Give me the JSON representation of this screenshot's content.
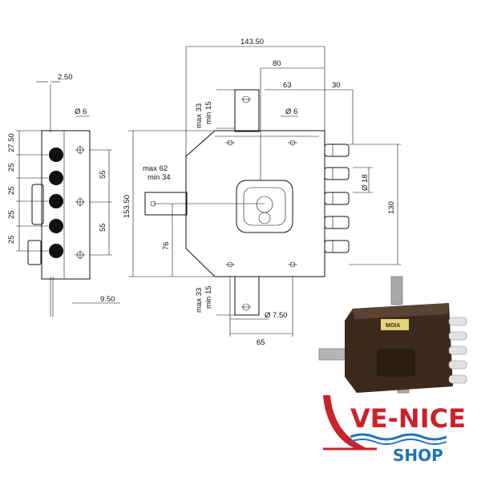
{
  "dimensions": {
    "d_2_50": "2.50",
    "d_27_50": "27.50",
    "d_25": "25",
    "d_55": "55",
    "d_9_50": "9.50",
    "d_phi6": "Ø 6",
    "d_143_50": "143.50",
    "d_80": "80",
    "d_63": "63",
    "d_30": "30",
    "d_153_50": "153.50",
    "d_max33": "max 33",
    "d_min15": "min 15",
    "d_max62": "max 62",
    "d_min34": "min 34",
    "d_76": "76",
    "d_phi18": "Ø 18",
    "d_130": "130",
    "d_phi7_50": "Ø 7.50",
    "d_65": "65"
  },
  "logo": {
    "main_text": "VE-NICE",
    "sub_text": "SHOP",
    "brand_color": "#c8232c",
    "wave_color": "#1e73b8"
  },
  "product_label": "MOIA",
  "colors": {
    "drawing": "#111111",
    "lock_body": "#3a2a1e",
    "bolts": "#e6e6e6"
  }
}
